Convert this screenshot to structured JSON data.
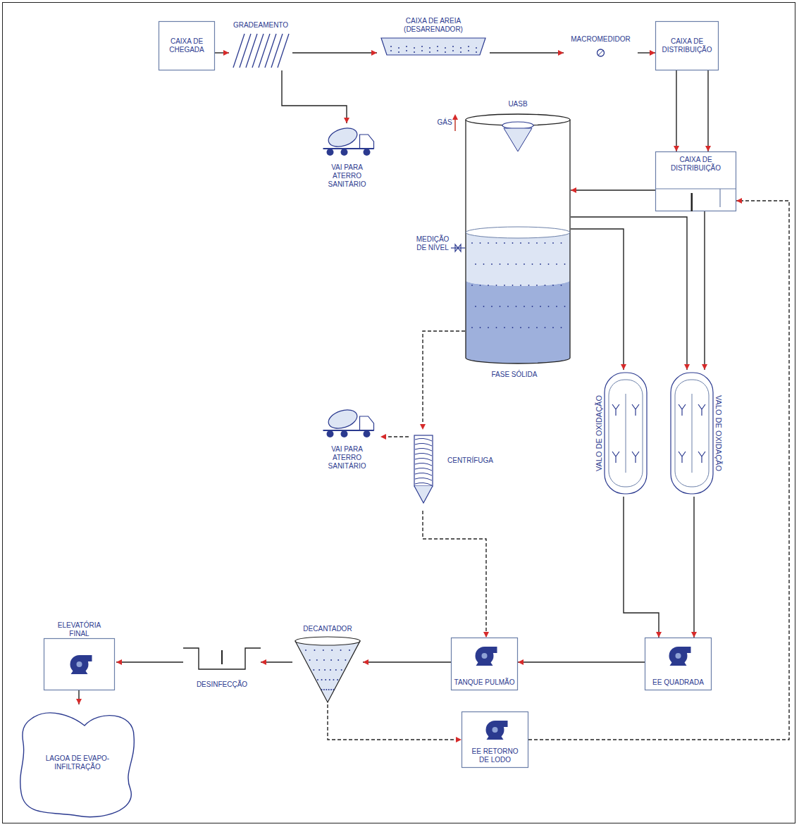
{
  "diagram": {
    "nodes": [
      {
        "text": [
          "CAIXA DE CHEGADA"
        ]
      },
      {
        "text": [
          "GRADEAMENTO"
        ]
      },
      {
        "text": [
          "CAIXA DE AREIA (DESARENADOR)"
        ]
      },
      {
        "text": [
          "MACROMEDIDOR"
        ]
      },
      {
        "text": [
          "CAIXA DE DISTRIBUIÇÃO"
        ]
      },
      {
        "text": [
          "VAI PARA ATERRO SANITÁRIO"
        ]
      },
      {
        "text": [
          "CAIXA DE DISTRIBUIÇÃO"
        ]
      },
      {
        "text": [
          "UASB"
        ]
      },
      {
        "text": [
          "VALO DE OXIDAÇÃO"
        ]
      },
      {
        "text": [
          "VALO DE OXIDAÇÃO"
        ]
      },
      {
        "text": [
          "VAI PARA ATERRO SANITÁRIO"
        ]
      },
      {
        "text": [
          "CENTRÍFUGA"
        ]
      },
      {
        "text": [
          "ELEVATÓRIA FINAL"
        ]
      },
      {
        "text": [
          "DESINFECÇÃO"
        ]
      },
      {
        "text": [
          "DECANTADOR"
        ]
      },
      {
        "text": [
          "TANQUE PULMÃO"
        ]
      },
      {
        "text": [
          "EE QUADRADA"
        ]
      },
      {
        "text": [
          "EE RETORNO DE LODO"
        ]
      },
      {
        "text": [
          "LAGOA DE EVAPO-INFILTRAÇÃO"
        ]
      }
    ],
    "edges": [
      {
        "from": 0,
        "to": 1,
        "arrow": "to"
      },
      {
        "from": 1,
        "to": 2,
        "arrow": "to"
      },
      {
        "from": 2,
        "to": 3,
        "arrow": "to"
      },
      {
        "from": 3,
        "to": 4,
        "arrow": "to"
      },
      {
        "from": 1,
        "to": 5,
        "arrow": "to"
      },
      {
        "from": 4,
        "to": 6,
        "arrow": "to"
      },
      {
        "from": 4,
        "to": 6,
        "arrow": "to"
      },
      {
        "from": 6,
        "to": 7,
        "arrow": "to"
      },
      {
        "from": 7,
        "to": 8,
        "arrow": "to"
      },
      {
        "from": 7,
        "to": 9,
        "arrow": "to"
      },
      {
        "from": 6,
        "to": 9,
        "arrow": "to"
      },
      {
        "from": 8,
        "to": 16,
        "arrow": "to"
      },
      {
        "from": 9,
        "to": 16,
        "arrow": "to"
      },
      {
        "from": 7,
        "to": 11,
        "arrow": "to"
      },
      {
        "from": 11,
        "to": 10,
        "arrow": "to"
      },
      {
        "from": 11,
        "to": 15,
        "arrow": "to"
      },
      {
        "from": 16,
        "to": 15,
        "arrow": "to"
      },
      {
        "from": 15,
        "to": 14,
        "arrow": "to"
      },
      {
        "from": 14,
        "to": 13,
        "arrow": "to"
      },
      {
        "from": 13,
        "to": 12,
        "arrow": "to"
      },
      {
        "from": 12,
        "to": 18,
        "arrow": "to"
      },
      {
        "from": 14,
        "to": 17,
        "arrow": "to"
      },
      {
        "from": 17,
        "to": 6,
        "arrow": "to"
      }
    ],
    "labels": [
      "GÁS",
      "MEDIÇÃO DE NÍVEL",
      "FASE SÓLIDA"
    ]
  }
}
